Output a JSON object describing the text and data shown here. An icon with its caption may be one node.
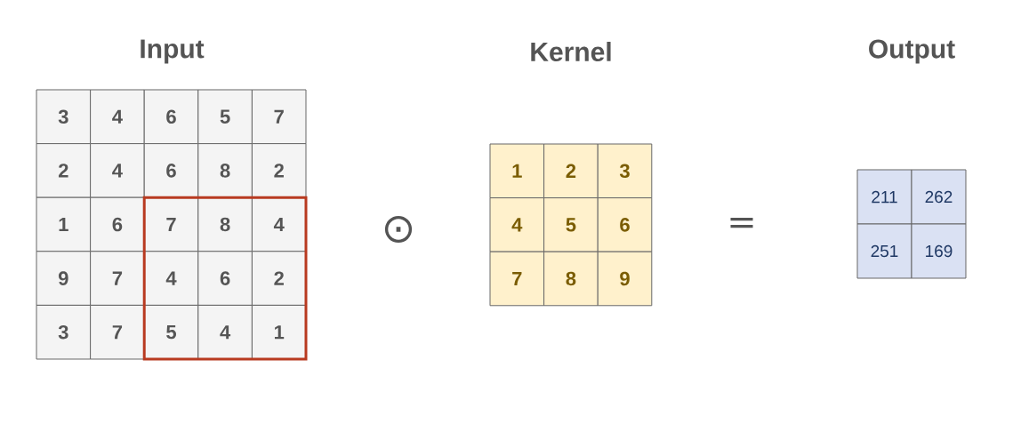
{
  "diagram": {
    "labels": [
      "Input",
      "Kernel",
      "Output",
      "3",
      "4",
      "6",
      "5",
      "7",
      "2",
      "4",
      "6",
      "8",
      "2",
      "1",
      "6",
      "7",
      "8",
      "4",
      "9",
      "7",
      "4",
      "6",
      "2",
      "3",
      "7",
      "5",
      "4",
      "1",
      "⊙",
      "1",
      "2",
      "3",
      "4",
      "5",
      "6",
      "7",
      "8",
      "9",
      "=",
      "211",
      "262",
      "251",
      "169"
    ]
  }
}
